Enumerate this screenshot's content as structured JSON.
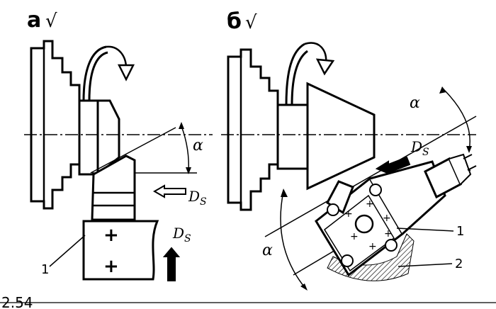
{
  "panels": {
    "a": {
      "label": "а",
      "mark": "√"
    },
    "b": {
      "label": "б",
      "mark": "√"
    }
  },
  "labels": {
    "alpha": "α",
    "ds_symbol": "D",
    "ds_subscript": "S",
    "part_1": "1",
    "part_2": "2"
  },
  "caption": "2.54"
}
